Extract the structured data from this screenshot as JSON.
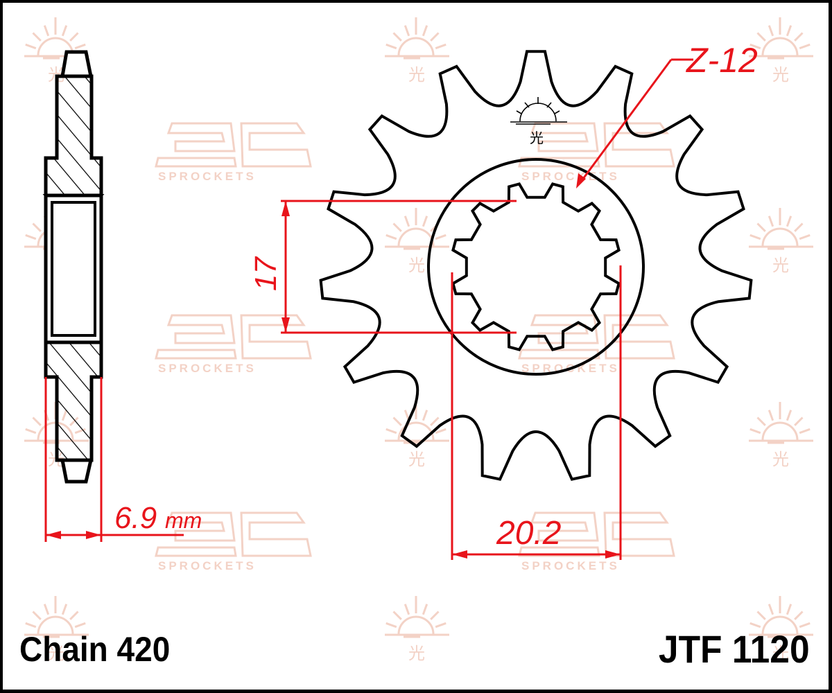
{
  "drawing": {
    "chain_label": "Chain 420",
    "part_number": "JTF 1120",
    "spline_count_label": "Z-12",
    "thickness_value": "6.9",
    "thickness_unit": "mm",
    "spline_diameter_label": "17",
    "spline_width_label": "20.2",
    "outer_teeth": 15,
    "inner_splines": 12
  },
  "watermark": {
    "brand_text": "SPROCKETS",
    "sun_glyph": "光",
    "color": "#f3d2c6"
  },
  "colors": {
    "outline": "#000000",
    "dimension": "#e8141b",
    "watermark": "#f3d2c6"
  }
}
